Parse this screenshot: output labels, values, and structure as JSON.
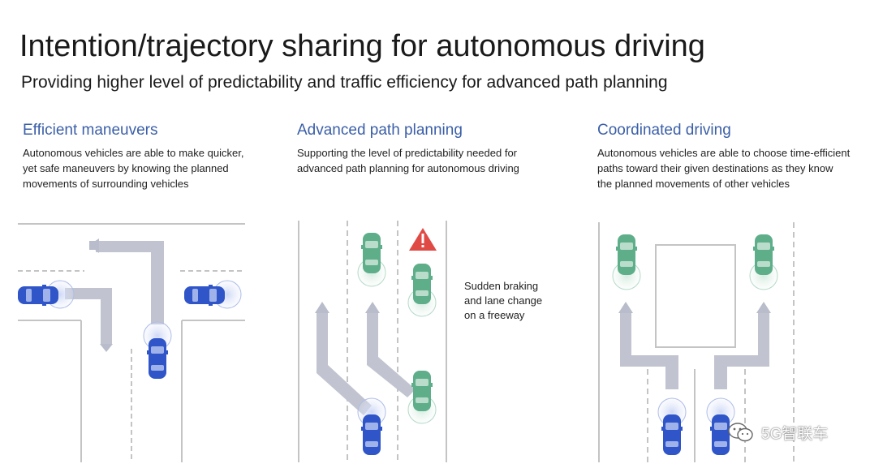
{
  "header": {
    "title": "Intention/trajectory sharing for autonomous driving",
    "subtitle": "Providing higher level of predictability and traffic efficiency for advanced path planning"
  },
  "sections": [
    {
      "title": "Efficient maneuvers",
      "description_lines": [
        "Autonomous vehicles are able to make quicker,",
        "yet safe maneuvers by knowing the planned",
        "movements of surrounding vehicles"
      ]
    },
    {
      "title": "Advanced path planning",
      "description_lines": [
        "Supporting the level of predictability needed for",
        "advanced path planning for autonomous driving"
      ]
    },
    {
      "title": "Coordinated driving",
      "description_lines": [
        "Autonomous vehicles are able to choose time-efficient",
        "paths toward their given destinations as they know",
        "the planned movements of other vehicles"
      ]
    }
  ],
  "freeway_note": {
    "lines": [
      "Sudden braking",
      "and lane change",
      "on a freeway"
    ]
  },
  "watermark": {
    "text": "5G智联车",
    "icon": "wechat-icon"
  },
  "colors": {
    "heading_blue": "#3b5fa8",
    "car_blue": "#2f55c8",
    "car_green": "#5fae8a",
    "path_gray": "#b8bccb",
    "warning_red": "#e04a45"
  }
}
